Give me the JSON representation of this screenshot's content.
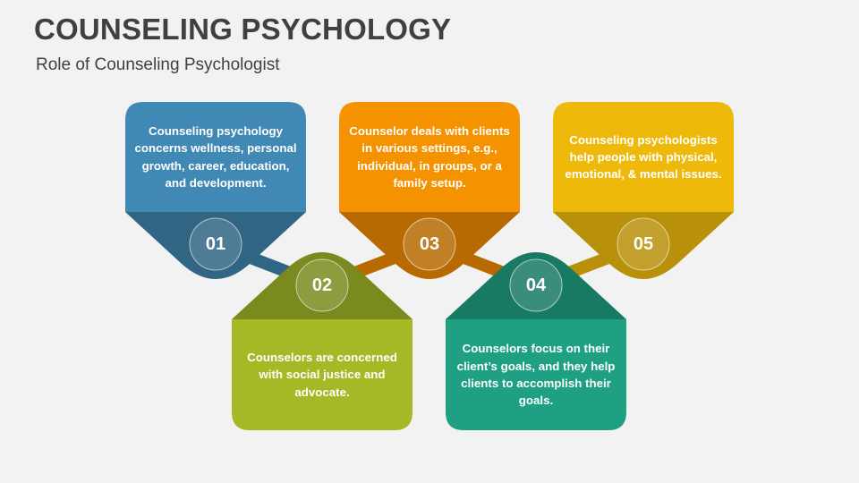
{
  "header": {
    "title": "COUNSELING PSYCHOLOGY",
    "subtitle": "Role of Counseling Psychologist"
  },
  "steps": [
    {
      "number": "01",
      "text": "Counseling psychology concerns wellness, personal growth, career, education, and development.",
      "color": "#4189b5",
      "dark": "#306684"
    },
    {
      "number": "02",
      "text": "Counselors are concerned with social justice and advocate.",
      "color": "#a5b826",
      "dark": "#7b8a1e"
    },
    {
      "number": "03",
      "text": "Counselor deals with clients in various settings, e.g., individual, in groups, or a family setup.",
      "color": "#f59200",
      "dark": "#b86a00"
    },
    {
      "number": "04",
      "text": "Counselors focus on their client’s goals, and they help clients to accomplish their goals.",
      "color": "#1fa082",
      "dark": "#197a64"
    },
    {
      "number": "05",
      "text": "Counseling psychologists help people with physical, emotional, & mental issues.",
      "color": "#efb90c",
      "dark": "#b8900a"
    }
  ]
}
